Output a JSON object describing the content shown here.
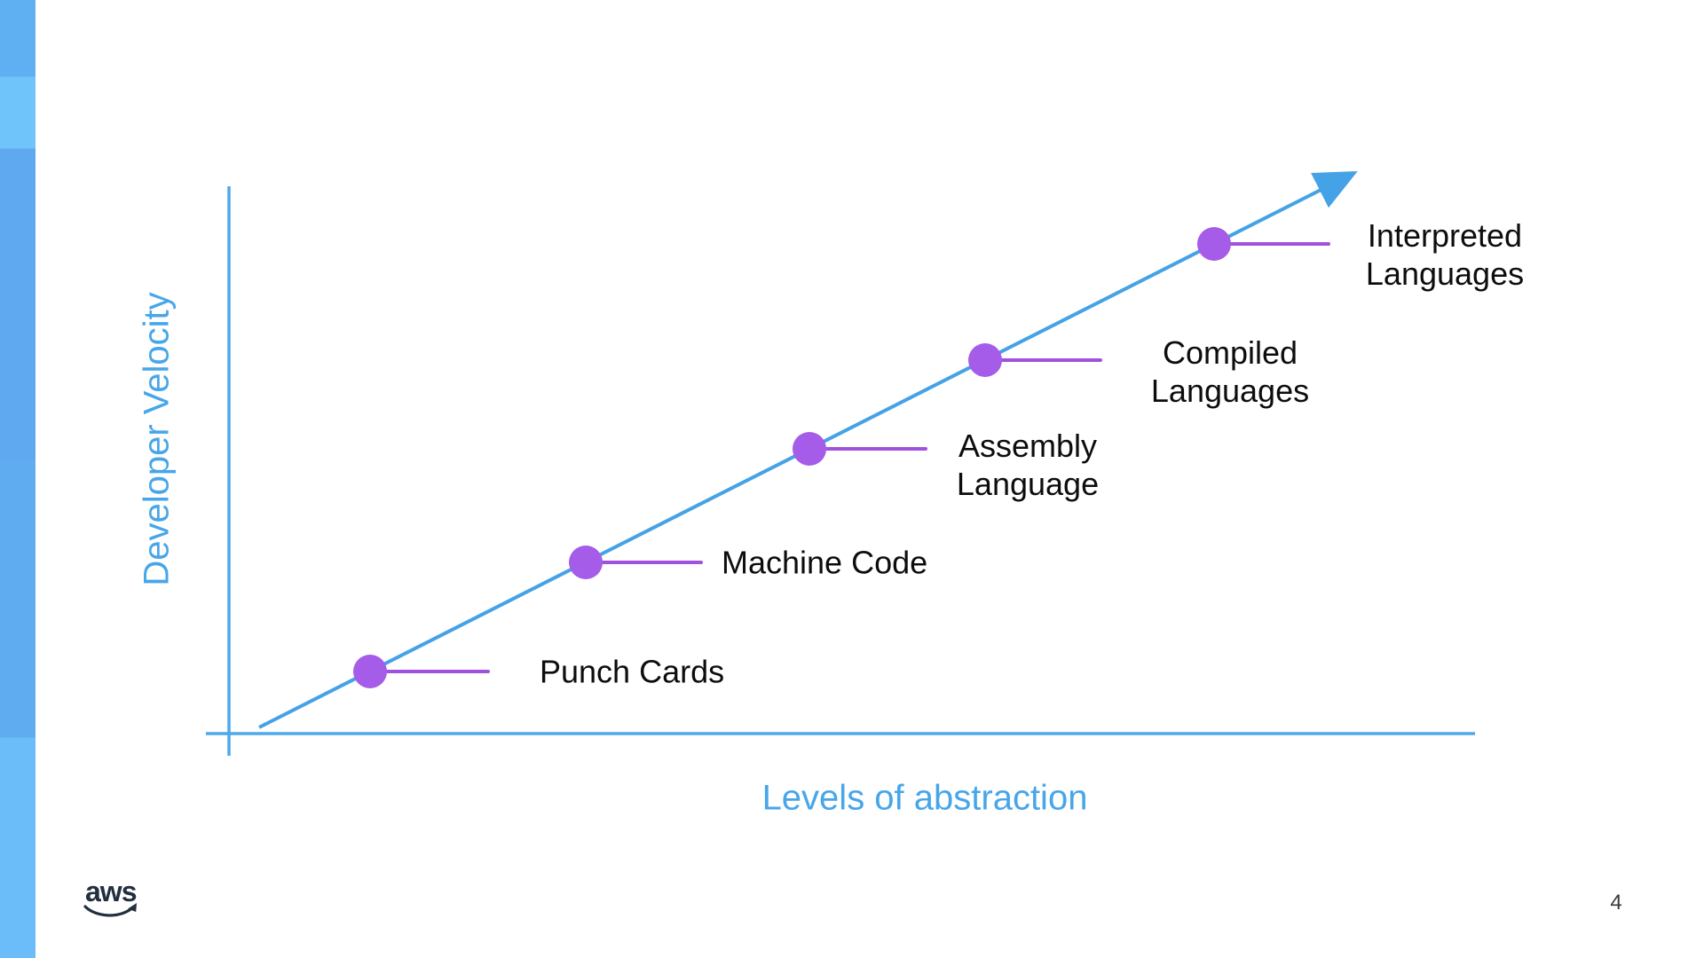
{
  "slide": {
    "page_number": "4",
    "logo_text": "aws"
  },
  "chart_data": {
    "type": "scatter",
    "title": "",
    "xlabel": "Levels of abstraction",
    "ylabel": "Developer Velocity",
    "axes": {
      "tick_labels": [],
      "gridlines": false,
      "axis_color": "#4fa8ea"
    },
    "trendline": {
      "type": "linear",
      "direction": "increasing",
      "arrow_end": true,
      "color": "#45a2e6"
    },
    "points": [
      {
        "label": "Punch Cards",
        "lines": [
          "Punch Cards"
        ],
        "x": 1,
        "y": 1
      },
      {
        "label": "Machine Code",
        "lines": [
          "Machine Code"
        ],
        "x": 2,
        "y": 2
      },
      {
        "label": "Assembly Language",
        "lines": [
          "Assembly",
          "Language"
        ],
        "x": 3,
        "y": 3
      },
      {
        "label": "Compiled Languages",
        "lines": [
          "Compiled",
          "Languages"
        ],
        "x": 4,
        "y": 4
      },
      {
        "label": "Interpreted Languages",
        "lines": [
          "Interpreted",
          "Languages"
        ],
        "x": 5,
        "y": 5
      }
    ],
    "point_color": "#a55ce8",
    "leader_color": "#a052dd",
    "label_color": "#0d0d0d",
    "axis_label_color": "#47a6e9"
  },
  "colors": {
    "sidebar_blues": [
      "#5fb0f3",
      "#6fc4fa",
      "#5fa9f1",
      "#60acf0",
      "#6abdf8"
    ],
    "logo_navy": "#232f3e",
    "background": "#ffffff"
  }
}
